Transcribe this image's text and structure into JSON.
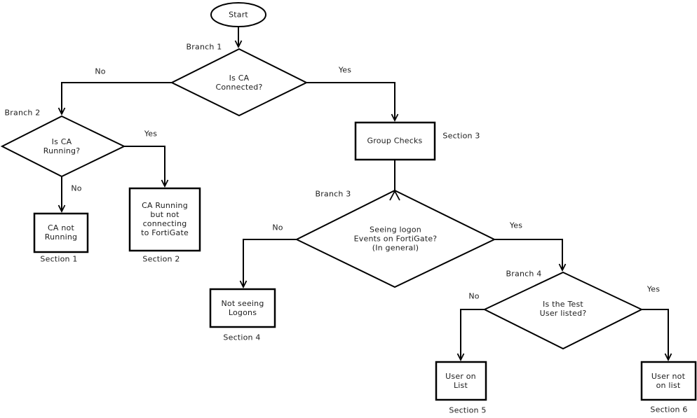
{
  "diagram": {
    "title_hint": "FSSO troubleshooting flowchart",
    "colors": {
      "background": "#ffffff",
      "line": "#000000",
      "text": "#1c1c1c"
    },
    "nodes": {
      "start": {
        "label": "Start"
      },
      "d1": {
        "branch": "Branch 1",
        "question": "Is CA\nConnected?",
        "yes": "Yes",
        "no": "No"
      },
      "d2": {
        "branch": "Branch 2",
        "question": "Is CA\nRunning?",
        "yes": "Yes",
        "no": "No"
      },
      "d3": {
        "branch": "Branch 3",
        "question": "Seeing logon\nEvents on FortiGate?\n(In general)",
        "yes": "Yes",
        "no": "No"
      },
      "d4": {
        "branch": "Branch 4",
        "question": "Is the Test\nUser listed?",
        "yes": "Yes",
        "no": "No"
      },
      "box1": {
        "label": "CA not\nRunning",
        "caption": "Section 1"
      },
      "box2": {
        "label": "CA Running\nbut not\nconnecting\nto FortiGate",
        "caption": "Section 2"
      },
      "box3": {
        "label": "Group Checks",
        "caption": "Section 3"
      },
      "box4": {
        "label": "Not seeing\nLogons",
        "caption": "Section 4"
      },
      "box5": {
        "label": "User on\nList",
        "caption": "Section 5"
      },
      "box6": {
        "label": "User not\non list",
        "caption": "Section 6"
      }
    }
  }
}
